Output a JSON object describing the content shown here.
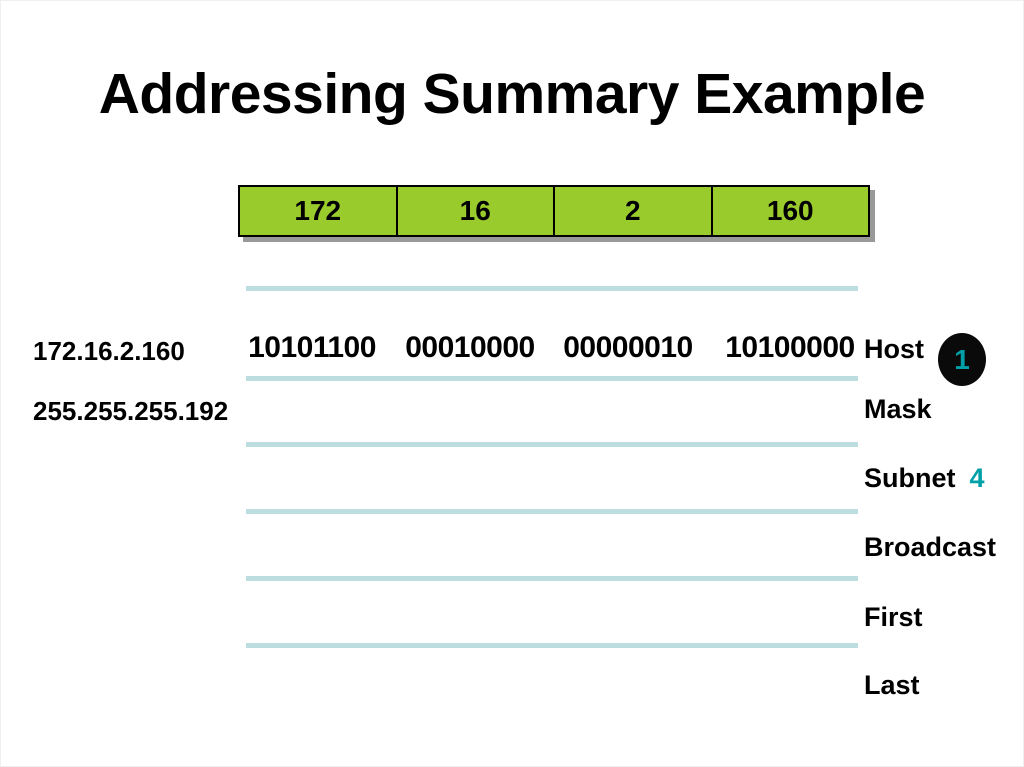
{
  "slide": {
    "title": "Addressing Summary Example"
  },
  "colors": {
    "cell_green": "#9ACB2C",
    "rule_teal": "#BDDEE1",
    "accent_teal": "#00A0A8",
    "shadow_gray": "#999999"
  },
  "octet_header": {
    "cells": [
      "172",
      "16",
      "2",
      "160"
    ]
  },
  "address_labels": {
    "ip": "172.16.2.160",
    "mask": "255.255.255.192"
  },
  "binary_octets": [
    "10101100",
    "00010000",
    "00000010",
    "10100000"
  ],
  "rows": [
    {
      "label": "Host",
      "badge": "1"
    },
    {
      "label": "Mask"
    },
    {
      "label": "Subnet",
      "value": "4"
    },
    {
      "label": "Broadcast"
    },
    {
      "label": "First"
    },
    {
      "label": "Last"
    }
  ]
}
